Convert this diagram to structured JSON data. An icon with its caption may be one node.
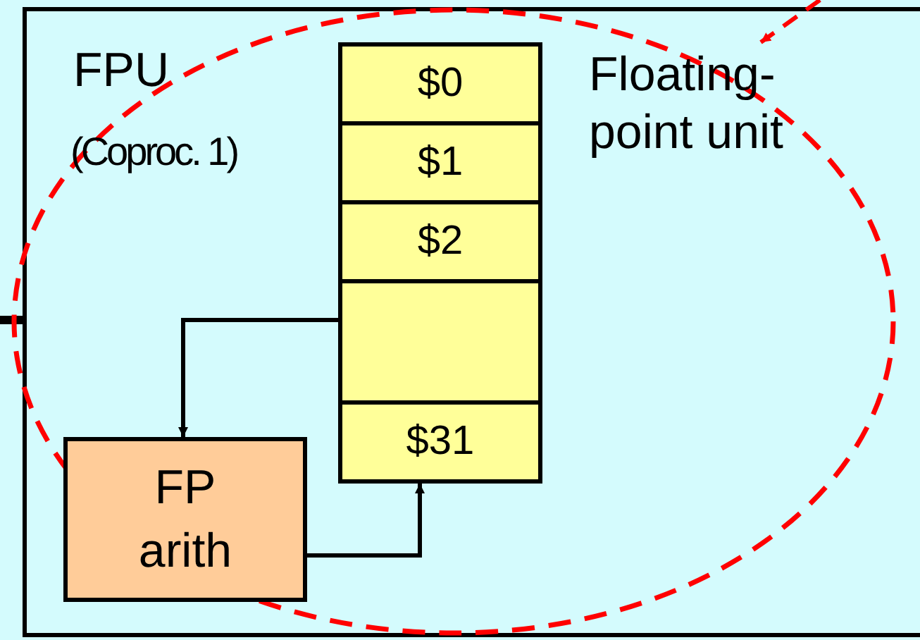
{
  "diagram": {
    "nodes": [
      {
        "text": [
          "FPU",
          "(Coproc. 1)",
          "Floating-point unit"
        ]
      },
      {
        "text": [
          "$0"
        ],
        "in": 0
      },
      {
        "text": [
          "$1"
        ],
        "in": 0
      },
      {
        "text": [
          "$2"
        ],
        "in": 0
      },
      {
        "text": [],
        "shape": "box",
        "in": 0
      },
      {
        "text": [
          "$31"
        ],
        "in": 0
      },
      {
        "text": [
          "FP arith"
        ],
        "in": 0
      }
    ],
    "edges": [
      {
        "from": 4,
        "to": 6,
        "arrow": "to"
      },
      {
        "from": 6,
        "to": 5,
        "arrow": "to"
      },
      {
        "from": null,
        "to": 0,
        "arrow": "none",
        "style": "thick"
      }
    ]
  }
}
